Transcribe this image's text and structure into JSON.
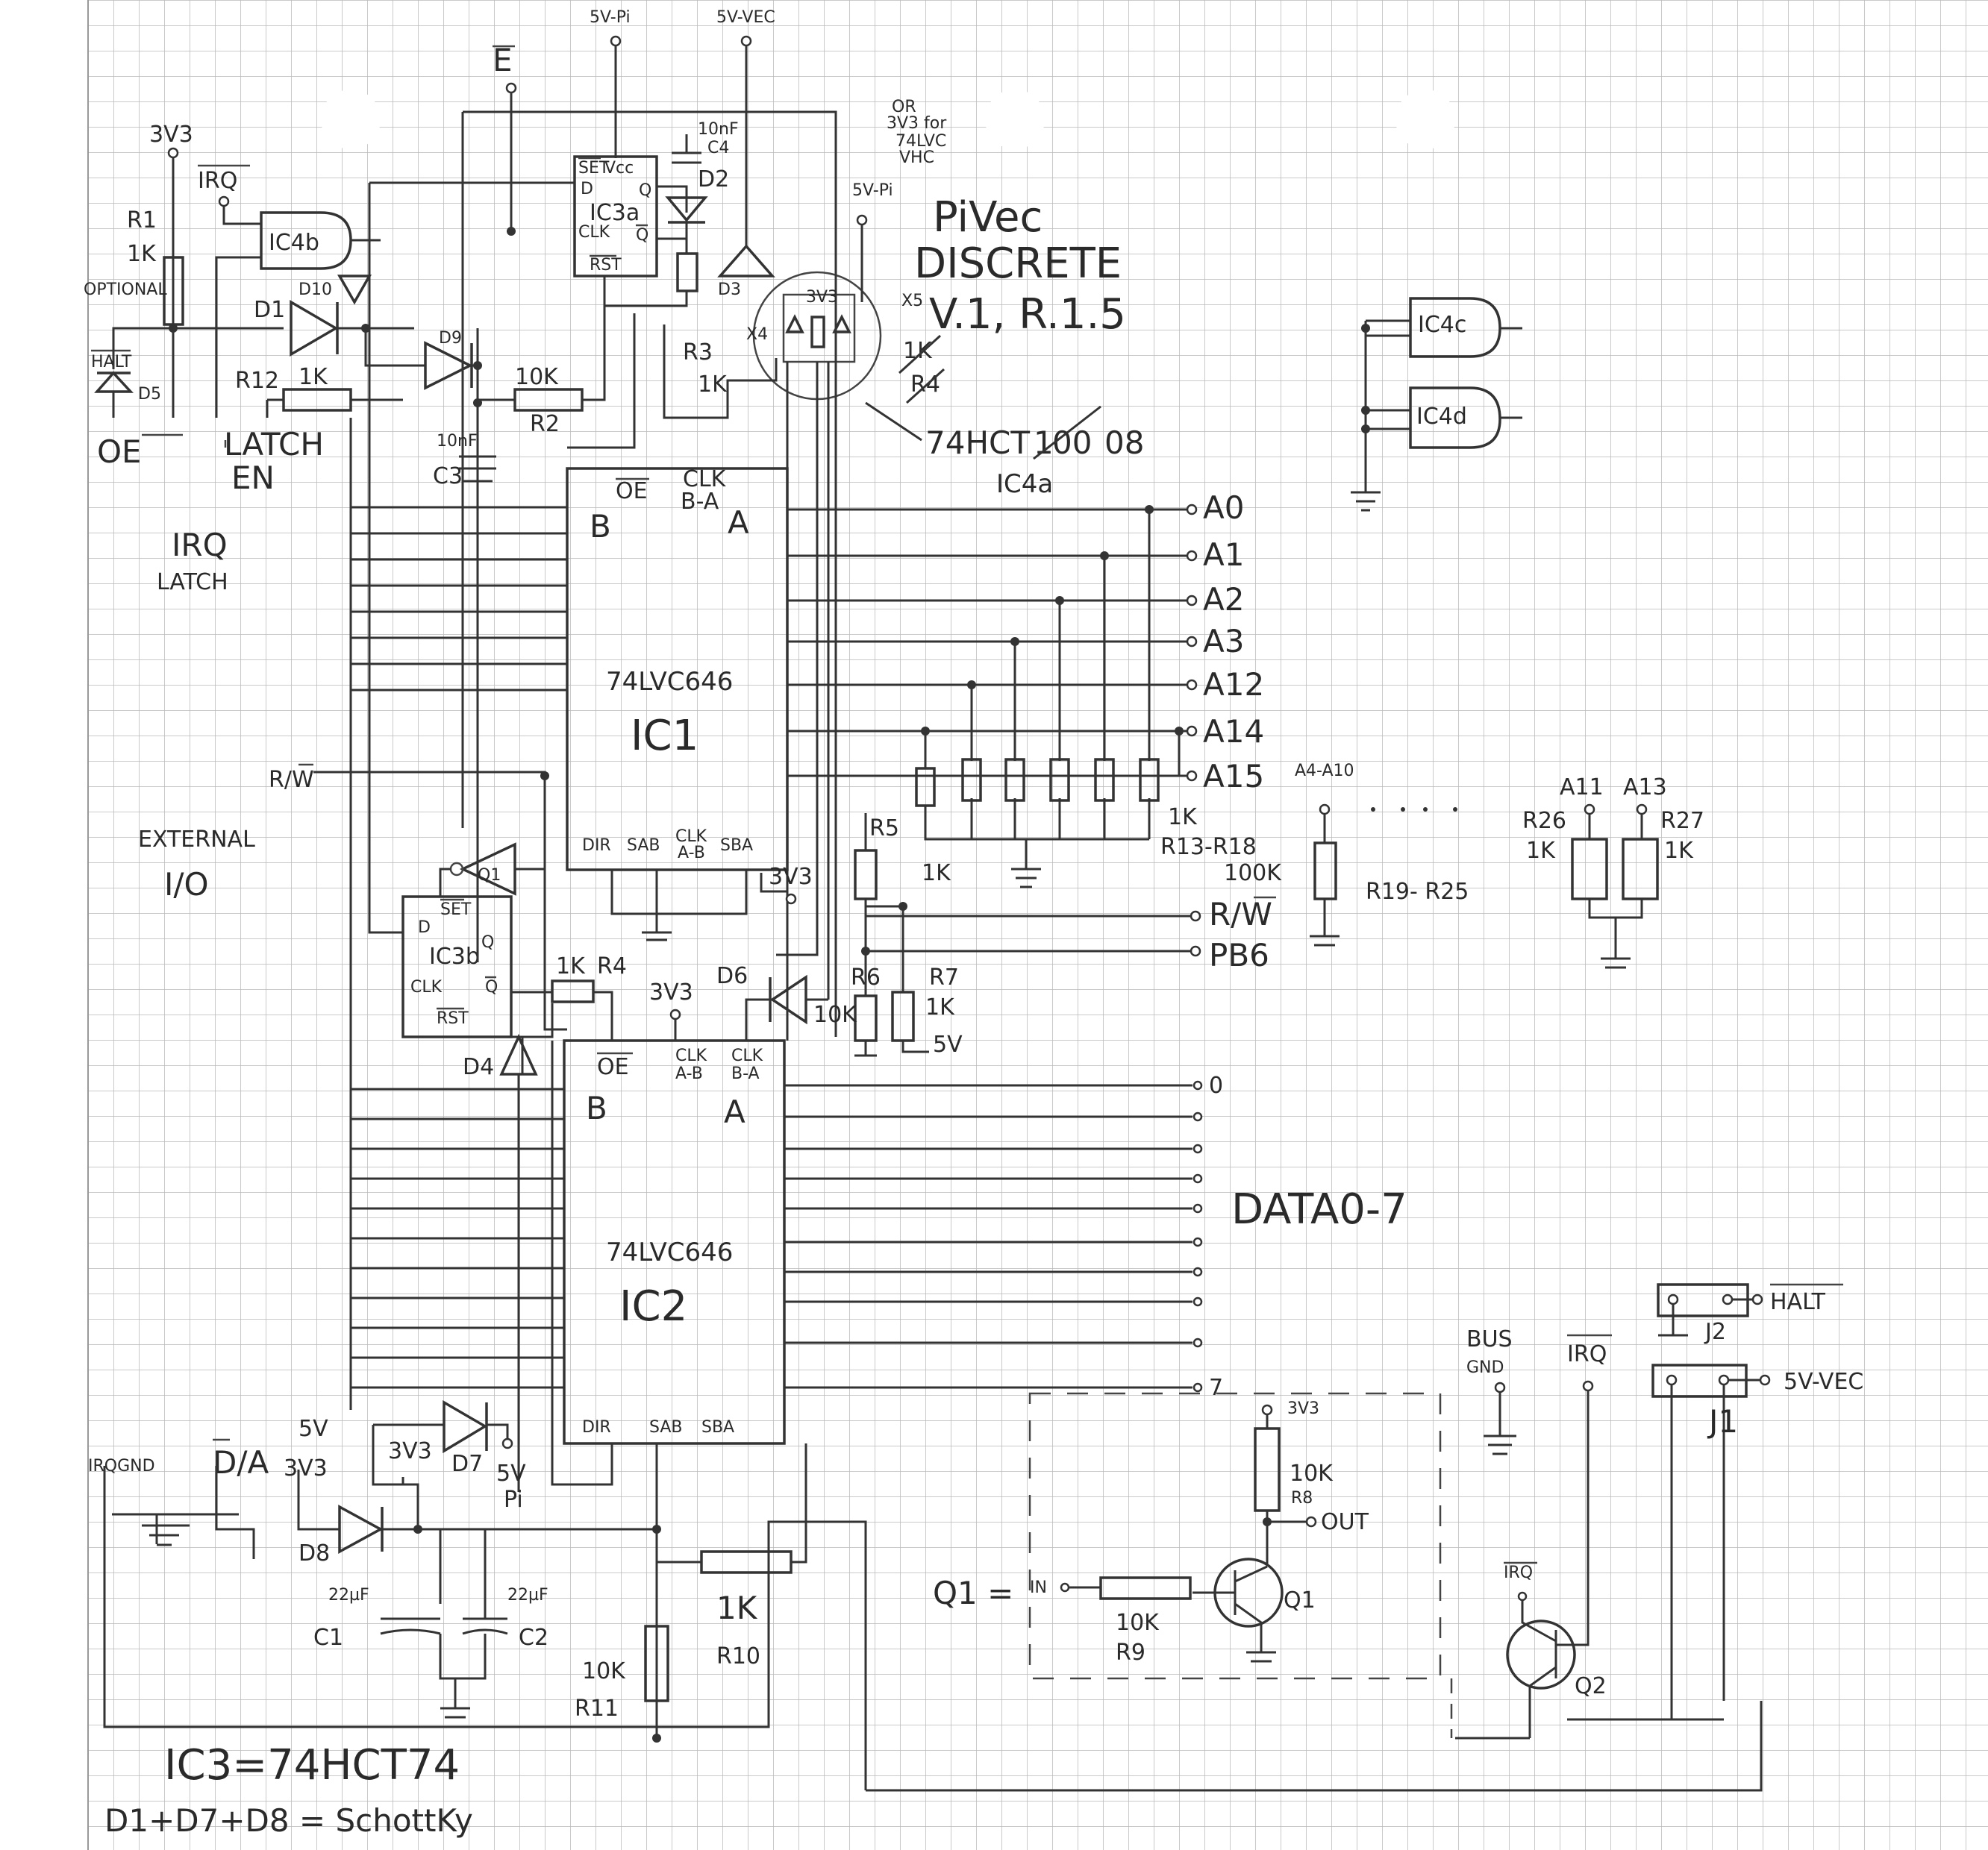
{
  "title": {
    "line1": "PiVec",
    "line2": "DISCRETE",
    "line3": "V.1, R.1.5"
  },
  "rails": {
    "v5pi": "5V-Pi",
    "v5vec": "5V-VEC",
    "e": "E",
    "v3v3": "3V3",
    "irq_top": "IRQ",
    "or_note": "OR",
    "or_note2": "3V3 for",
    "or_note3": "74LVC",
    "or_note4": "VHC",
    "v5pi_b": "5V-Pi",
    "halt": "HALT"
  },
  "left_labels": {
    "oe": "OE",
    "latch": "LATCH",
    "en": "EN",
    "irq_latch1": "IRQ",
    "irq_latch2": "LATCH",
    "rw": "R/W",
    "external1": "EXTERNAL",
    "external2": "I/O",
    "irqgnd": "IRQGND",
    "da": "D/A",
    "v5": "5V",
    "v3v3b": "3V3",
    "optional": "OPTIONAL"
  },
  "ic1": {
    "name": "74LVC646",
    "ref": "IC1",
    "b": "B",
    "a": "A",
    "oe": "OE",
    "clk_ba": "CLK",
    "clk_ba2": "B-A",
    "dir": "DIR",
    "sab": "SAB",
    "clk_ab": "CLK",
    "clk_ab2": "A-B",
    "sba": "SBA"
  },
  "ic2": {
    "name": "74LVC646",
    "ref": "IC2",
    "b": "B",
    "a": "A",
    "oe": "OE",
    "clk_ab": "CLK",
    "clk_ab2": "A-B",
    "clk_ba": "CLK",
    "clk_ba2": "B-A",
    "dir": "DIR",
    "sab": "SAB",
    "sba": "SBA"
  },
  "ic3a": {
    "ref": "IC3a",
    "set": "SET",
    "vcc": "Vcc",
    "d": "D",
    "q": "Q",
    "clk": "CLK",
    "qbar": "Q",
    "rst": "RST"
  },
  "ic3b": {
    "ref": "IC3b",
    "set": "SET",
    "d": "D",
    "q": "Q",
    "clk": "CLK",
    "qbar": "Q",
    "rst": "RST"
  },
  "gates": {
    "ic4b": "IC4b",
    "ic4c": "IC4c",
    "ic4d": "IC4d",
    "ic4a": "IC4a",
    "part": "74HCT",
    "part_old": "1",
    "part_old2": "00",
    "part_new": "08"
  },
  "components": {
    "r1": "R1",
    "r1v": "1K",
    "d1": "D1",
    "d10": "D10",
    "d9": "D9",
    "d5": "D5",
    "r12": "R12",
    "r12v": "1K",
    "r2": "R2",
    "r2v": "10K",
    "c3": "C3",
    "c3v": "10nF",
    "c4": "C4",
    "c4v": "10nF",
    "d2": "D2",
    "d3": "D3",
    "r3": "R3",
    "r3v": "1K",
    "x5": "X5",
    "x4": "X4",
    "r4x": "R4",
    "r4xv": "1K",
    "q1": "Q1",
    "r4": "R4",
    "r4v": "1K",
    "d4": "D4",
    "d6": "D6",
    "r5": "R5",
    "r5v": "1K",
    "r6": "R6",
    "r6v": "10K",
    "r7": "R7",
    "r7v": "1K",
    "v5": "5V",
    "v3v3c": "3V3",
    "r13": "R13-R18",
    "r13v": "1K",
    "r19": "R19- R25",
    "r19v": "100K",
    "a4a10": "A4-A10",
    "r26": "R26",
    "r26v": "1K",
    "r27": "R27",
    "r27v": "1K",
    "a11": "A11",
    "a13": "A13",
    "d7": "D7",
    "d8": "D8",
    "v3v3d": "3V3",
    "v5pi": "5V",
    "pi": "Pi",
    "c1": "C1",
    "c1v": "22µF",
    "c2": "C2",
    "c2v": "22µF",
    "r10": "R10",
    "r10v": "1K",
    "r11": "R11",
    "r11v": "10K",
    "r8": "R8",
    "r8v": "10K",
    "r8rail": "3V3",
    "out": "OUT",
    "q1eq": "Q1 =",
    "in": "IN",
    "r9": "R9",
    "r9v": "10K",
    "q1t": "Q1",
    "q2": "Q2",
    "irq_q2": "IRQ",
    "bus": "BUS",
    "gnd": "GND",
    "irq_bus": "IRQ",
    "j1": "J1",
    "j2": "J2",
    "halt_j2": "HALT",
    "v5vec_j1": "5V-VEC"
  },
  "addr_pins": [
    "A0",
    "A1",
    "A2",
    "A3",
    "A12",
    "A14",
    "A15"
  ],
  "bus_pins": [
    "R/W",
    "PB6"
  ],
  "data": {
    "label": "DATA0-7",
    "first": "0",
    "last": "7"
  },
  "notes": {
    "ic3": "IC3=74HCT74",
    "schottky": "D1+D7+D8 = SchottKy"
  }
}
